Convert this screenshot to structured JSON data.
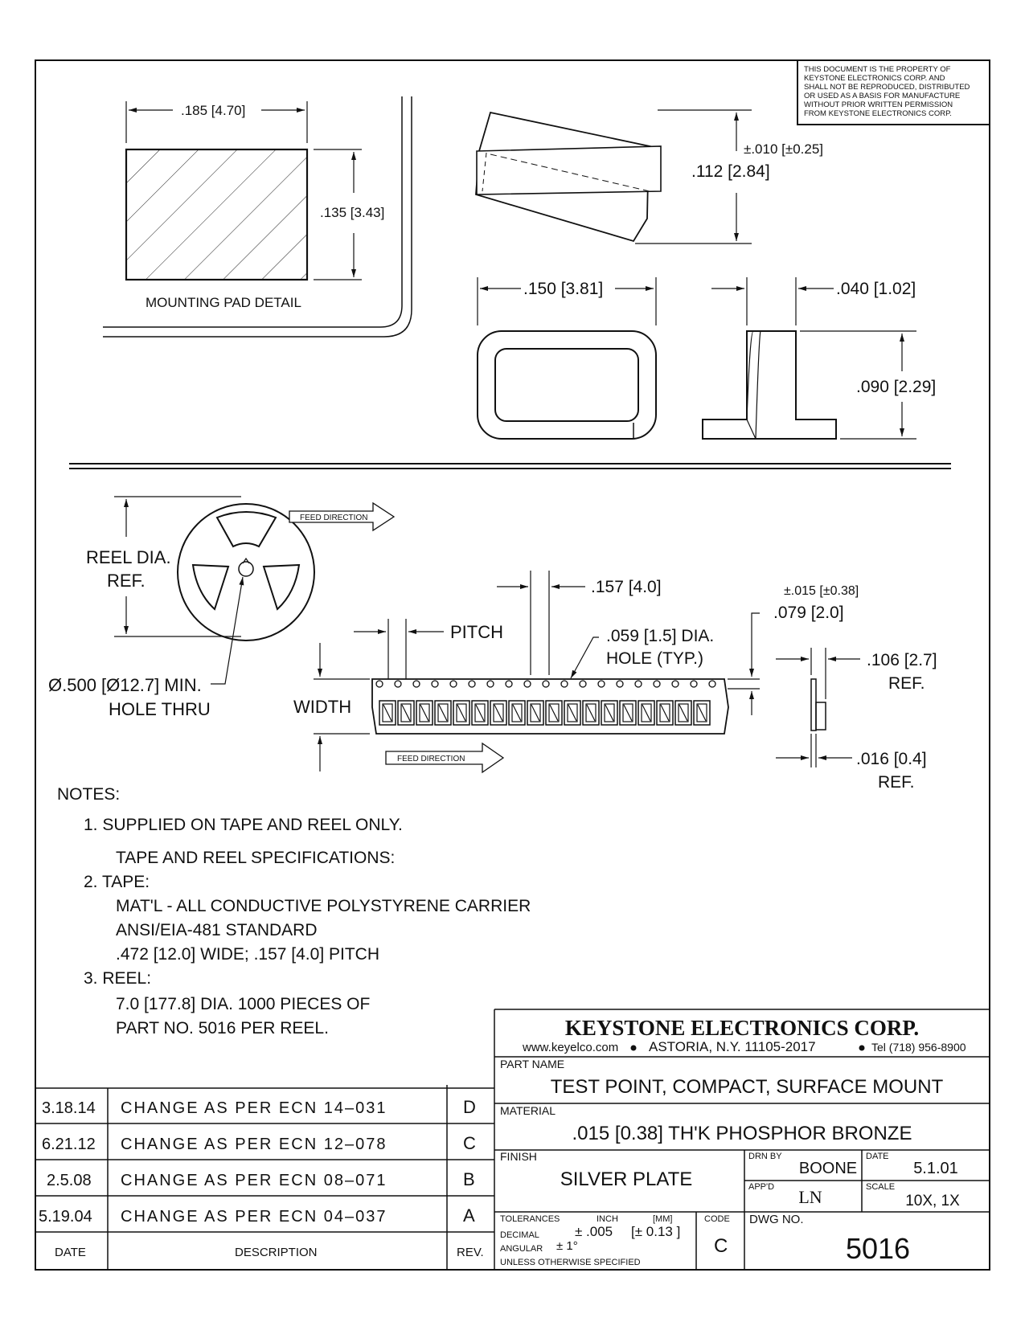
{
  "notice": [
    "THIS DOCUMENT IS THE PROPERTY OF",
    "KEYSTONE ELECTRONICS CORP. AND",
    "SHALL NOT BE REPRODUCED, DISTRIBUTED",
    "OR USED AS A BASIS FOR MANUFACTURE",
    "WITHOUT PRIOR WRITTEN PERMISSION",
    "FROM KEYSTONE ELECTRONICS CORP."
  ],
  "pad_detail": {
    "width_dim": ".185 [4.70]",
    "height_dim": ".135 [3.43]",
    "label": "MOUNTING PAD DETAIL"
  },
  "part_views": {
    "height_tol": "±.010 [±0.25]",
    "height_dim": ".112 [2.84]",
    "width_dim": ".150 [3.81]",
    "thickness_dim": ".040 [1.02]",
    "body_height_dim": ".090 [2.29]"
  },
  "reel_tape": {
    "reel_dia_line1": "REEL DIA.",
    "reel_dia_line2": "REF.",
    "feed_direction": "FEED DIRECTION",
    "hole_line1": "Ø.500 [Ø12.7] MIN.",
    "hole_line2": "HOLE THRU",
    "pocket_pitch": ".157 [4.0]",
    "pitch": "PITCH",
    "sprocket_line1": ".059 [1.5] DIA.",
    "sprocket_line2": "HOLE (TYP.)",
    "width": "WIDTH",
    "offset_tol": "±.015 [±0.38]",
    "offset_dim": ".079 [2.0]",
    "depth_line1": ".106 [2.7]",
    "depth_line2": "REF.",
    "tape_line1": ".016 [0.4]",
    "tape_line2": "REF."
  },
  "notes": {
    "heading": "NOTES:",
    "lines": [
      "1. SUPPLIED ON TAPE AND REEL ONLY.",
      "TAPE AND REEL SPECIFICATIONS:",
      "2. TAPE:",
      "MAT'L - ALL CONDUCTIVE POLYSTYRENE CARRIER",
      "ANSI/EIA-481 STANDARD",
      ".472 [12.0] WIDE; .157 [4.0] PITCH",
      "3. REEL:",
      "7.0 [177.8] DIA. 1000 PIECES OF",
      "PART NO. 5016 PER REEL."
    ]
  },
  "revisions": {
    "rows": [
      {
        "date": "3.18.14",
        "description": "CHANGE  AS  PER  ECN  14–031",
        "rev": "D"
      },
      {
        "date": "6.21.12",
        "description": "CHANGE  AS  PER  ECN  12–078",
        "rev": "C"
      },
      {
        "date": "2.5.08",
        "description": "CHANGE  AS  PER  ECN  08–071",
        "rev": "B"
      },
      {
        "date": "5.19.04",
        "description": "CHANGE  AS  PER  ECN  04–037",
        "rev": "A"
      }
    ],
    "header": {
      "date": "DATE",
      "description": "DESCRIPTION",
      "rev": "REV."
    }
  },
  "title_block": {
    "company": "KEYSTONE ELECTRONICS CORP.",
    "website": "www.keyelco.com",
    "address": "ASTORIA, N.Y. 11105-2017",
    "tel": "Tel (718) 956-8900",
    "part_name_label": "PART NAME",
    "part_name": "TEST POINT, COMPACT, SURFACE MOUNT",
    "material_label": "MATERIAL",
    "material": ".015 [0.38] TH'K PHOSPHOR BRONZE",
    "finish_label": "FINISH",
    "finish": "SILVER PLATE",
    "drn_by_label": "DRN BY",
    "drn_by": "BOONE",
    "date_label": "DATE",
    "date": "5.1.01",
    "appd_label": "APP'D",
    "appd": "LN",
    "scale_label": "SCALE",
    "scale": "10X, 1X",
    "tolerances_label": "TOLERANCES",
    "inch_label": "INCH",
    "mm_label": "[MM]",
    "decimal_label": "DECIMAL",
    "decimal_value": "± .005",
    "decimal_mm": "[± 0.13 ]",
    "angular_label": "ANGULAR",
    "angular_value": "± 1°",
    "unless": "UNLESS OTHERWISE SPECIFIED",
    "code_label": "CODE",
    "code": "C",
    "dwg_no_label": "DWG NO.",
    "dwg_no": "5016"
  }
}
